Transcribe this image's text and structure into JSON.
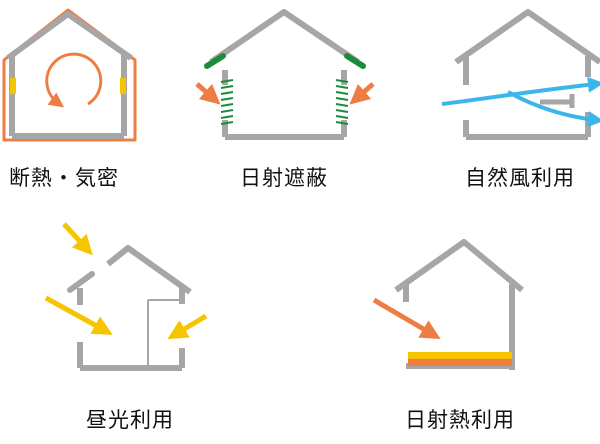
{
  "colors": {
    "house": "#a6a6a6",
    "orange": "#ee7d43",
    "yellow": "#f7c500",
    "green": "#1c8c3c",
    "sky": "#3bb6ea",
    "dark_gray": "#7f7f7f"
  },
  "panels": [
    {
      "id": "insulation",
      "label": "断熱・気密",
      "icons": [
        "house-icon",
        "circular-arrow-icon",
        "insulation-layer-icon"
      ]
    },
    {
      "id": "solar_shading",
      "label": "日射遮蔽",
      "icons": [
        "house-icon",
        "eaves-icon",
        "shading-screen-icon",
        "sun-ray-arrow-icon"
      ]
    },
    {
      "id": "natural_wind",
      "label": "自然風利用",
      "icons": [
        "house-icon",
        "wind-arrow-icon"
      ]
    },
    {
      "id": "daylight",
      "label": "昼光利用",
      "icons": [
        "house-icon",
        "light-arrow-icon"
      ]
    },
    {
      "id": "solar_heat",
      "label": "日射熱利用",
      "icons": [
        "house-icon",
        "sun-ray-arrow-icon",
        "thermal-mass-floor-icon"
      ]
    }
  ]
}
